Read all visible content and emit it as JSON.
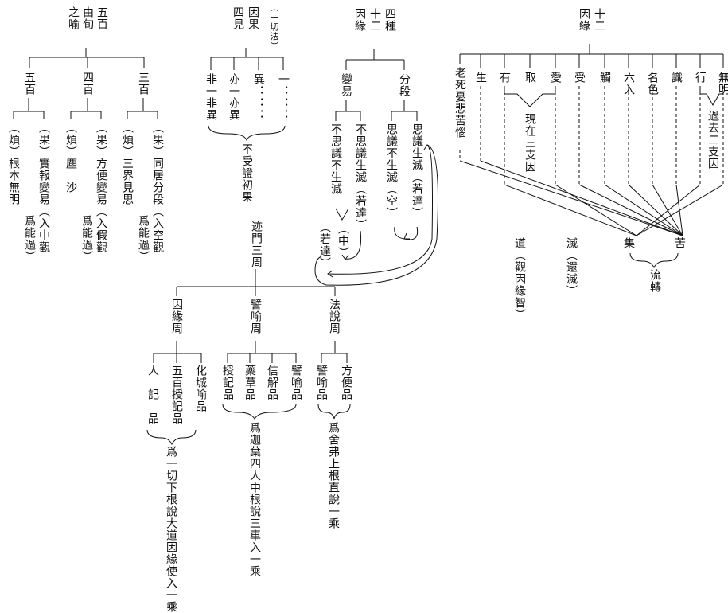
{
  "col1": {
    "title": [
      "五百",
      "由旬",
      "之喻"
    ],
    "branches": [
      {
        "label": "五百",
        "items": [
          "（果）實報變易（入中觀",
          "（煩）根本無明"
        ],
        "note": "爲能過）"
      },
      {
        "label": "四百",
        "items": [
          "（果）方便變易（入假觀",
          "（煩）塵　沙"
        ],
        "note": "爲能過）"
      },
      {
        "label": "三百",
        "items": [
          "（果）同居分段（入空觀",
          "（煩）三界見思"
        ],
        "note": "爲能過）"
      }
    ]
  },
  "col2": {
    "title": [
      "（一切法）",
      "因果",
      "四見"
    ],
    "items": [
      "一：：：",
      "異：：：",
      "亦一亦異",
      "非一非異"
    ],
    "conclusion": "不受證初果"
  },
  "col3": {
    "title": [
      "四種",
      "十二",
      "因緣"
    ],
    "branches": [
      {
        "label": "分段",
        "items": [
          "思議生滅（若達）",
          "思議不生滅（空）"
        ]
      },
      {
        "label": "變易",
        "items": [
          "不思議生滅（若達）",
          "不思議不生滅"
        ]
      }
    ],
    "middle": "（中）",
    "bottom": "（若達）"
  },
  "col4": {
    "title": [
      "十二",
      "因緣"
    ],
    "links": [
      "無明",
      "行",
      "識",
      "名色",
      "六入",
      "觸",
      "受",
      "愛",
      "取",
      "有",
      "生",
      "老死憂悲苦惱"
    ],
    "past": "過去二支因",
    "present": "現在三支因",
    "ji": "集",
    "ku": "苦",
    "liuzhuan": "流轉",
    "mie": "滅（還滅）",
    "dao": "道（觀因緣智）"
  },
  "col5": {
    "title": "迹門三周",
    "branches": [
      {
        "label": "法說周",
        "items": [
          "方便品",
          "譬喻品"
        ],
        "note": "爲舍弗上根直說一乘"
      },
      {
        "label": "譬喻周",
        "items": [
          "譬喻品",
          "信解品",
          "藥草品",
          "授記品"
        ],
        "note": "爲迦葉四人中根說三車入一乘"
      },
      {
        "label": "因緣周",
        "items": [
          "化城喻品",
          "五百授記品",
          "人　記　品"
        ],
        "note": "爲一切下根說大道因緣使入一乘"
      }
    ]
  }
}
